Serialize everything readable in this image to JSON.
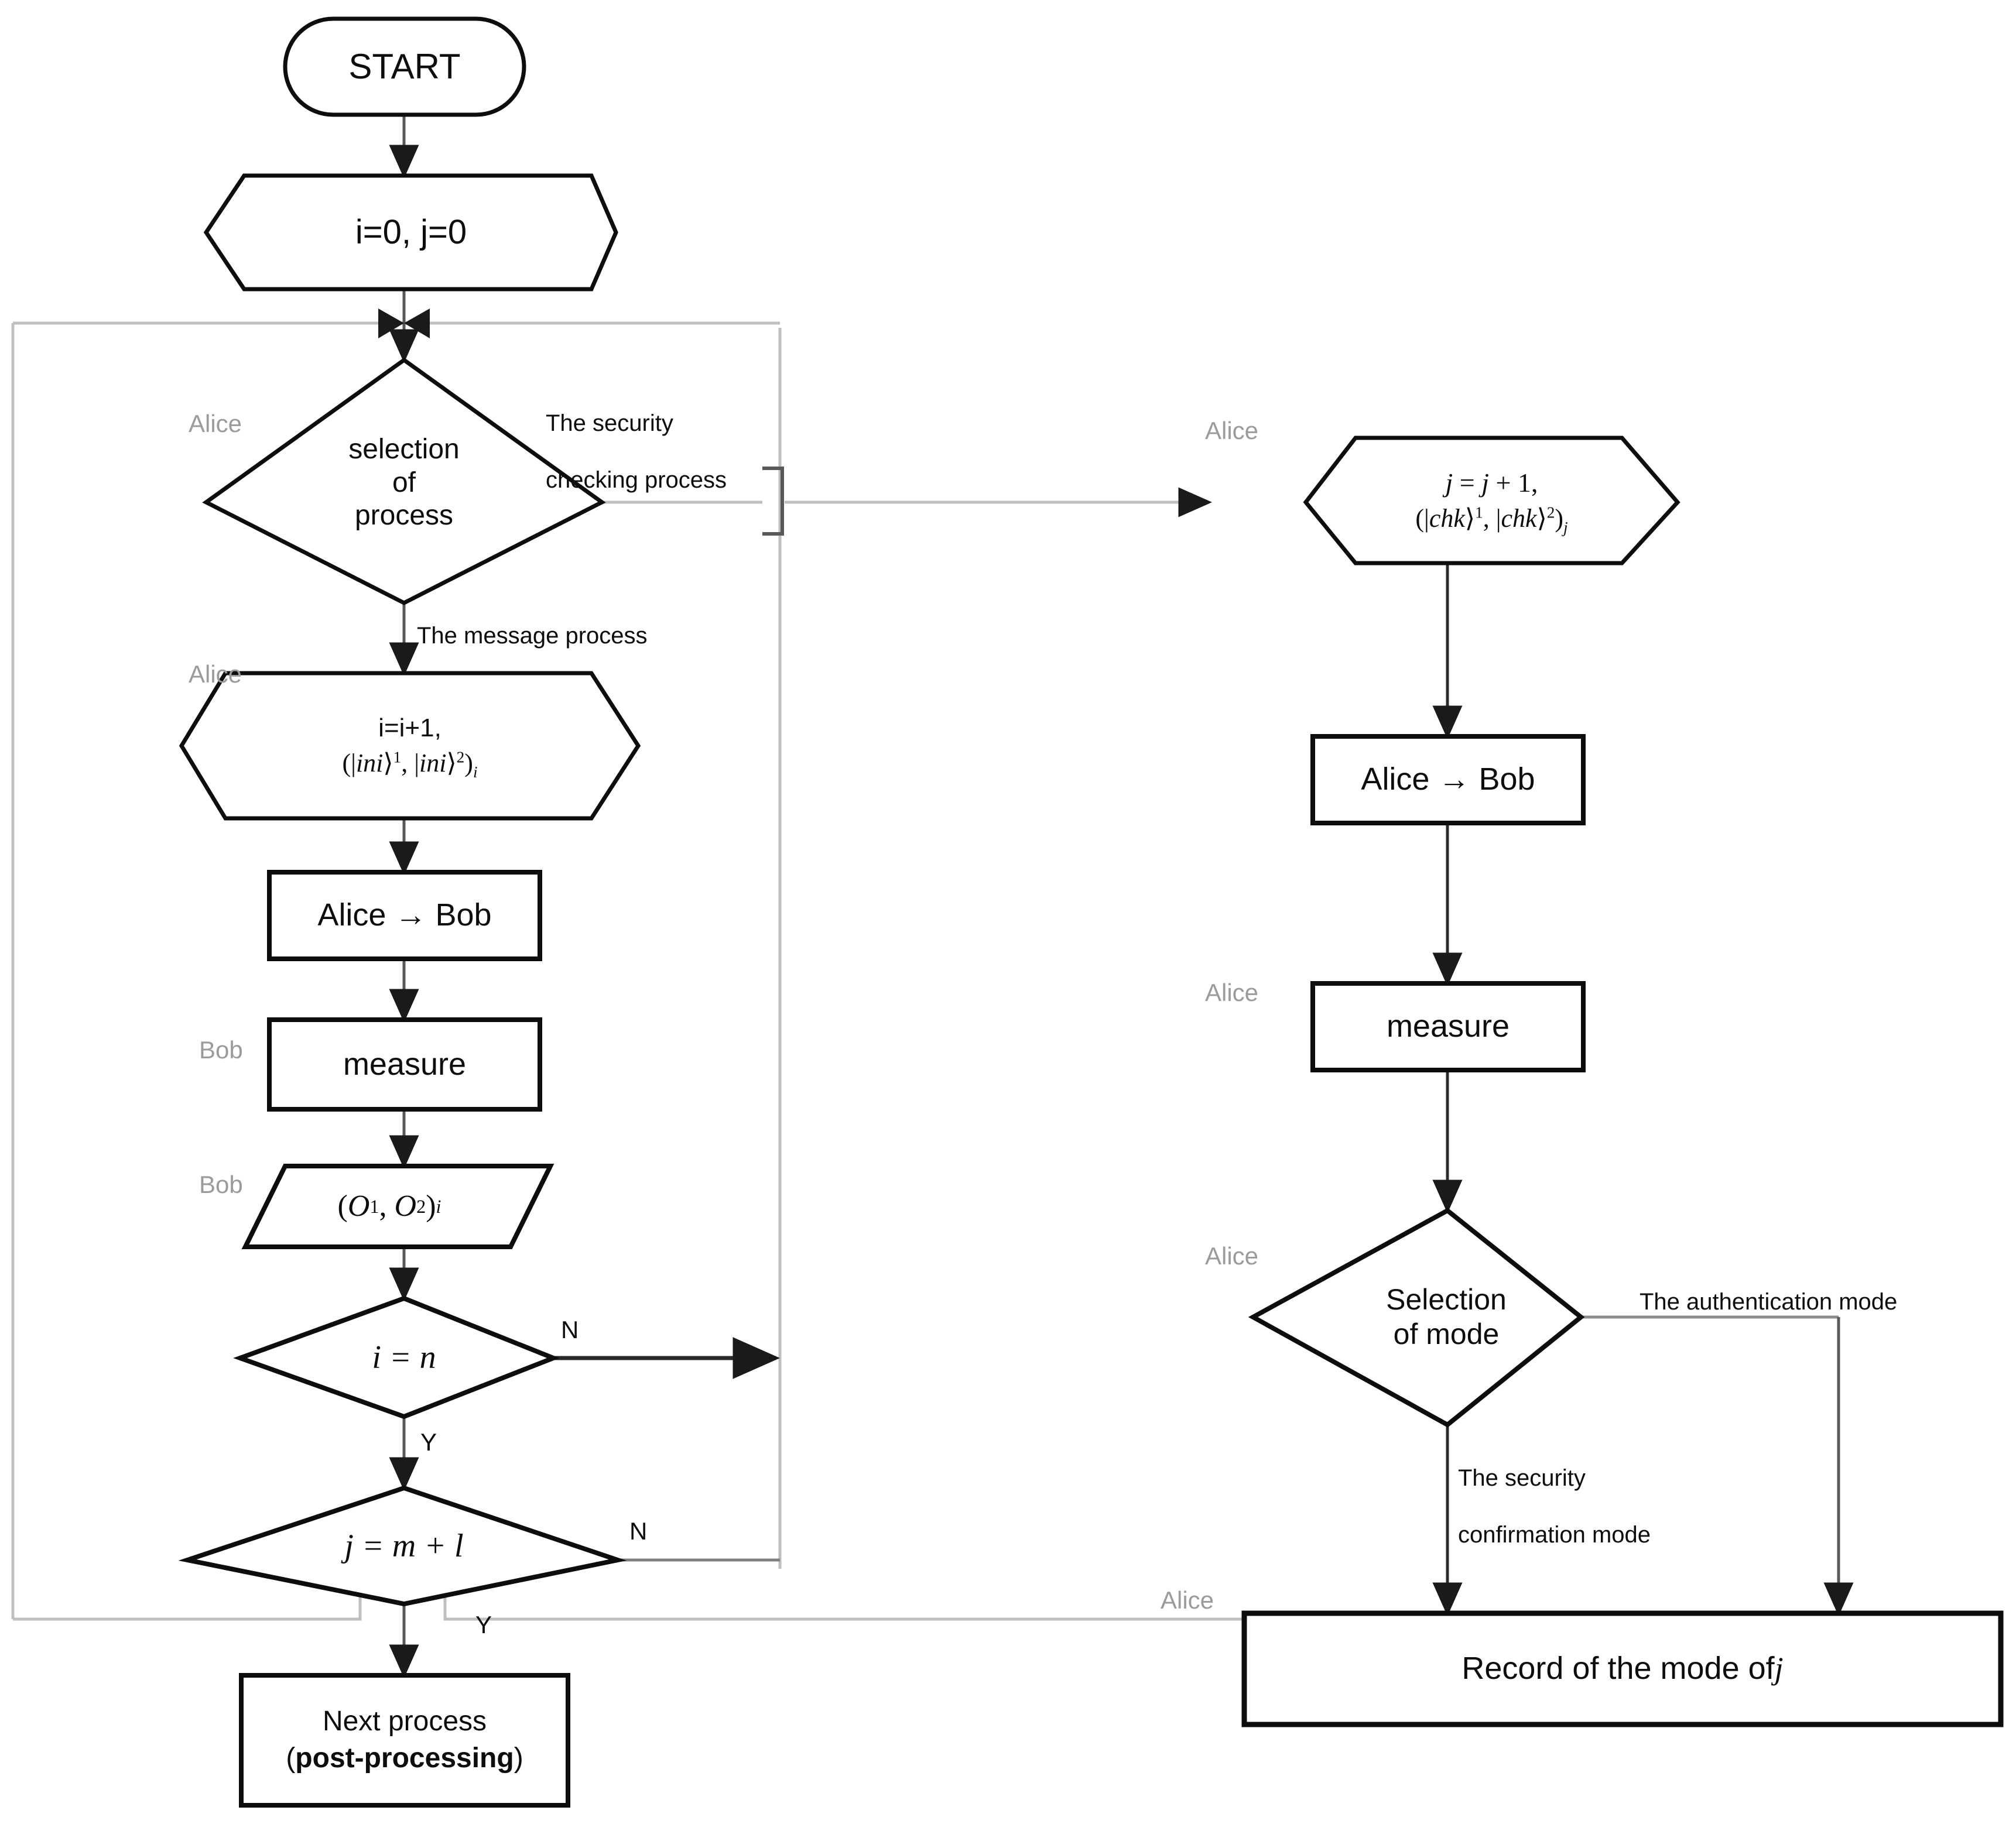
{
  "diagram": {
    "title": "Quantum message / security-checking process flowchart",
    "colors": {
      "shape_stroke": "#0d0d0d",
      "flow_line": "#595959",
      "loop_line": "#bfbfbf",
      "role_label": "#9b9b9b",
      "text": "#0d0d0d",
      "background": "#ffffff"
    },
    "nodes": {
      "start": {
        "shape": "terminator",
        "label": "START"
      },
      "init": {
        "shape": "preparation",
        "label": "i=0, j=0"
      },
      "selection_of_process": {
        "shape": "decision",
        "label": "selection\nof\nprocess"
      },
      "message_prepare": {
        "shape": "preparation",
        "line1": "i=i+1,",
        "line2_prefix": "(|",
        "line2_ket1": "ini",
        "line2_mid": "⟩",
        "line2_sup1": "1",
        "line2_sep": ", |",
        "line2_ket2": "ini",
        "line2_sup2": "2",
        "line2_close": ")",
        "line2_sub": "i"
      },
      "msg_send": {
        "shape": "process",
        "label": "Alice → Bob"
      },
      "msg_measure": {
        "shape": "process",
        "label": "measure"
      },
      "msg_output": {
        "shape": "data",
        "label_prefix": "(O",
        "label_sub1": "1",
        "label_mid": ", O",
        "label_sub2": "2",
        "label_close": ")",
        "label_subi": "i"
      },
      "decide_i_eq_n": {
        "shape": "decision",
        "label": "i = n"
      },
      "decide_j_eq_m_plus_l": {
        "shape": "decision",
        "label": "j = m + l"
      },
      "next_process": {
        "shape": "process",
        "line1": "Next process",
        "line2": "(post-processing)"
      },
      "check_prepare": {
        "shape": "preparation",
        "line1": "j = j + 1,",
        "line2_prefix": "(|",
        "line2_ket1": "chk",
        "line2_sup1": "1",
        "line2_sep": ", |",
        "line2_ket2": "chk",
        "line2_sup2": "2",
        "line2_close": ")",
        "line2_sub": "j"
      },
      "chk_send": {
        "shape": "process",
        "label": "Alice → Bob"
      },
      "chk_measure": {
        "shape": "process",
        "label": "measure"
      },
      "selection_of_mode": {
        "shape": "decision",
        "label": "Selection\nof mode"
      },
      "record_mode": {
        "shape": "process",
        "label_prefix": "Record of the mode of ",
        "label_var": "j"
      }
    },
    "edge_labels": {
      "security_checking_process": "The security\ncheckingprocess",
      "security_checking_process_l1": "The security",
      "security_checking_process_l2": "checking process",
      "message_process": "The message process",
      "authentication_mode": "The authentication mode",
      "security_confirmation_mode_l1": "The security",
      "security_confirmation_mode_l2": "confirmation mode",
      "yes": "Y",
      "no": "N"
    },
    "role_labels": {
      "alice": "Alice",
      "bob": "Bob"
    },
    "roles_placement": [
      {
        "name": "alice-selection-of-process",
        "text": "Alice"
      },
      {
        "name": "alice-message-prepare",
        "text": "Alice"
      },
      {
        "name": "bob-measure",
        "text": "Bob"
      },
      {
        "name": "bob-output",
        "text": "Bob"
      },
      {
        "name": "alice-check-prepare",
        "text": "Alice"
      },
      {
        "name": "alice-chk-measure",
        "text": "Alice"
      },
      {
        "name": "alice-selection-of-mode",
        "text": "Alice"
      },
      {
        "name": "alice-record-mode",
        "text": "Alice"
      }
    ]
  }
}
